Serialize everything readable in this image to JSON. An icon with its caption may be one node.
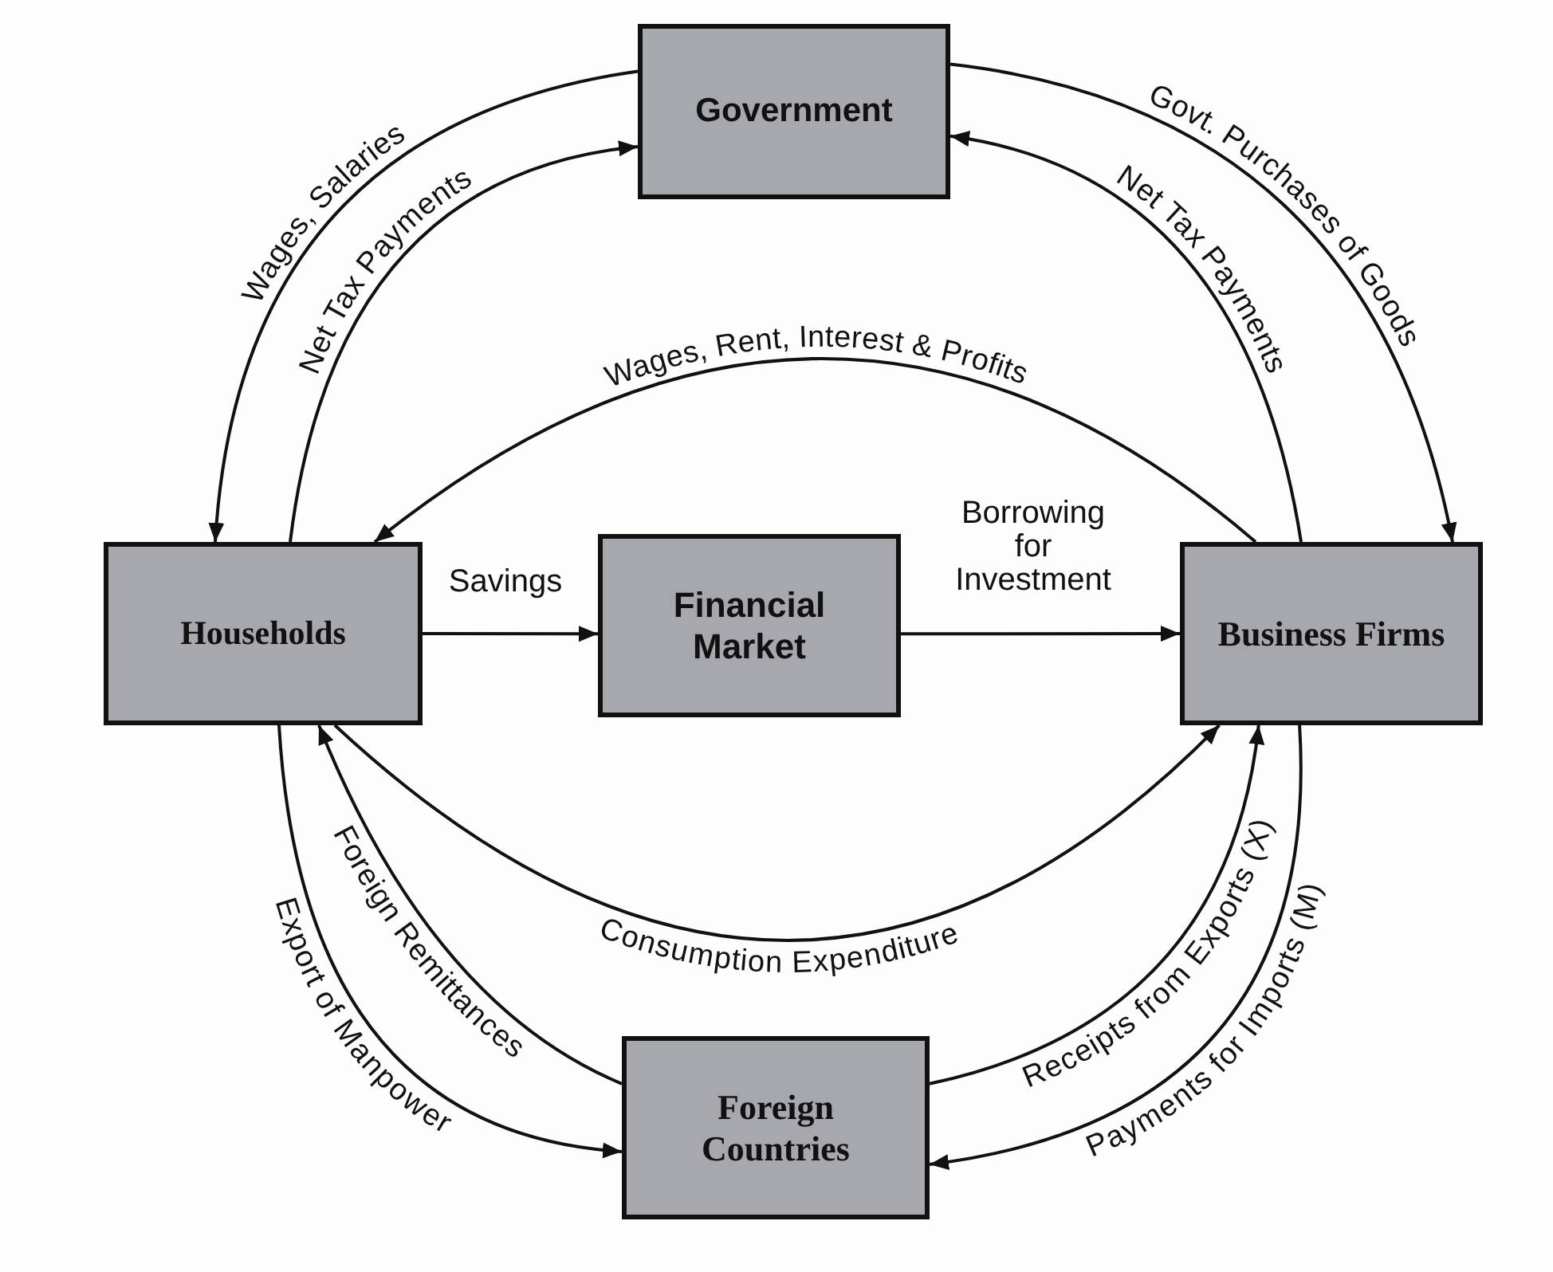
{
  "diagram": {
    "nodes": [
      {
        "text": [
          "Government"
        ]
      },
      {
        "text": [
          "Households"
        ]
      },
      {
        "text": [
          "Financial Market"
        ]
      },
      {
        "text": [
          "Business Firms"
        ]
      },
      {
        "text": [
          "Foreign Countries"
        ]
      }
    ],
    "edges": [
      {
        "from": 0,
        "to": 1,
        "arrow": "to",
        "label": "Wages, Salaries"
      },
      {
        "from": 1,
        "to": 0,
        "arrow": "to",
        "label": "Net Tax Payments"
      },
      {
        "from": 3,
        "to": 1,
        "arrow": "to",
        "label": "Wages, Rent, Interest & Profits"
      },
      {
        "from": 0,
        "to": 3,
        "arrow": "to",
        "label": "Govt. Purchases of Goods"
      },
      {
        "from": 3,
        "to": 0,
        "arrow": "to",
        "label": "Net Tax Payments"
      },
      {
        "from": 1,
        "to": 2,
        "arrow": "to",
        "label": "Savings"
      },
      {
        "from": 2,
        "to": 3,
        "arrow": "to",
        "label": "Borrowing for Investment"
      },
      {
        "from": 1,
        "to": 3,
        "arrow": "to",
        "label": "Consumption Expenditure"
      },
      {
        "from": 1,
        "to": 4,
        "arrow": "to",
        "label": "Export of Manpower"
      },
      {
        "from": 4,
        "to": 1,
        "arrow": "to",
        "label": "Foreign Remittances"
      },
      {
        "from": 4,
        "to": 3,
        "arrow": "to",
        "label": "Receipts from Exports (X)"
      },
      {
        "from": 3,
        "to": 4,
        "arrow": "to",
        "label": "Payments for Imports (M)"
      }
    ]
  }
}
